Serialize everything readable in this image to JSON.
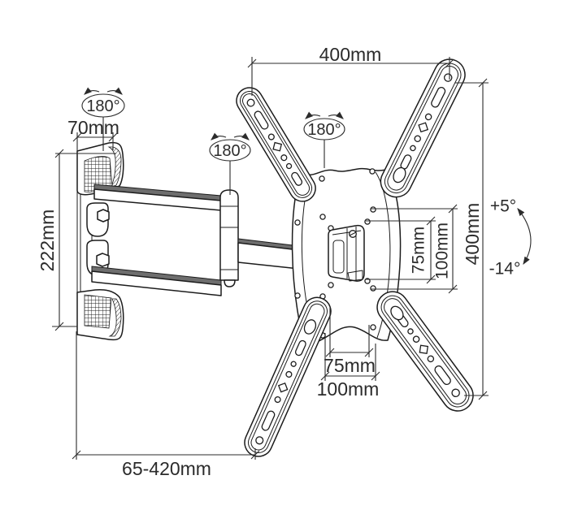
{
  "diagram": {
    "type": "technical-drawing",
    "subject": "Full-motion articulating TV wall mount with dimension annotations",
    "colors": {
      "line": "#1c1c1c",
      "dimension": "#2b2b2b",
      "background": "#ffffff"
    },
    "dimensions": {
      "top_width": "400mm",
      "right_height": "400mm",
      "wall_bracket_depth": "70mm",
      "wall_plate_height": "222mm",
      "arm_extension_range": "65-420mm",
      "vesa_height_inner": "75mm",
      "vesa_height_outer": "100mm",
      "vesa_width_inner": "75mm",
      "vesa_width_outer": "100mm"
    },
    "angles": {
      "swivel_wall_joint": "180°",
      "swivel_arm_joint": "180°",
      "swivel_plate_joint": "180°",
      "tilt_up": "+5°",
      "tilt_down": "-14°"
    }
  }
}
